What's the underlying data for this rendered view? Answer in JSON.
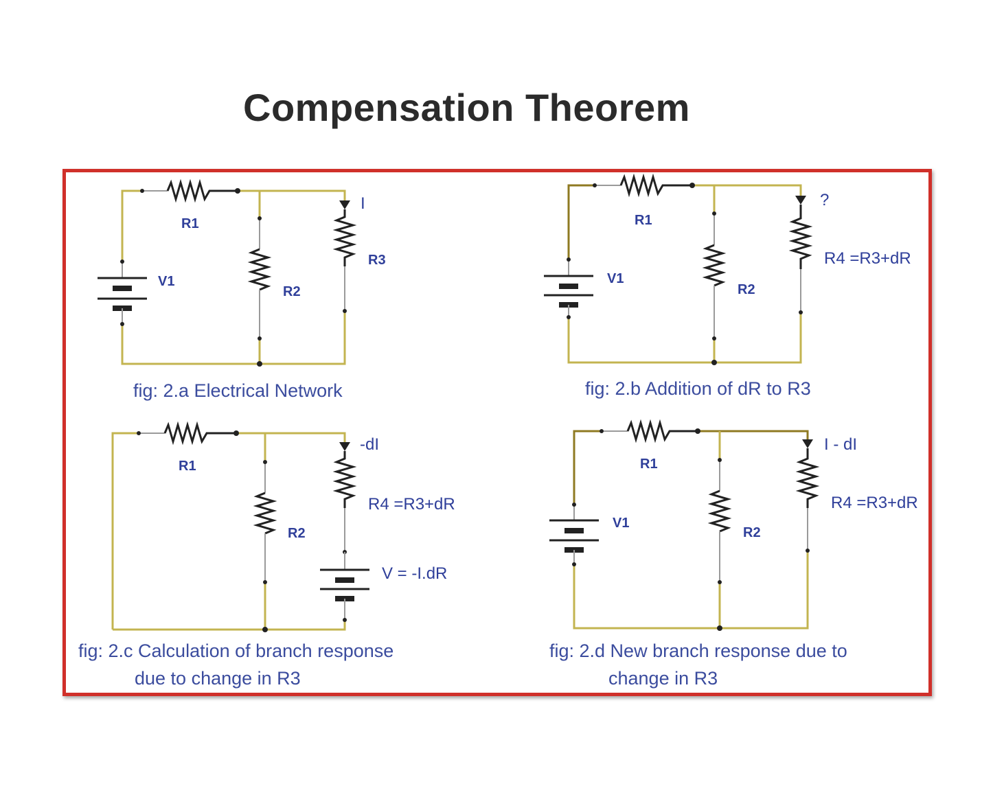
{
  "title": "Compensation Theorem",
  "colors": {
    "frame_border": "#d0302a",
    "wire": "#c3b450",
    "label_text": "#2f3f9a",
    "title_text": "#2b2b2b"
  },
  "panels": {
    "a": {
      "r1": "R1",
      "r2": "R2",
      "r3": "R3",
      "v1": "V1",
      "current": "I",
      "caption": "fig: 2.a  Electrical Network"
    },
    "b": {
      "r1": "R1",
      "r2": "R2",
      "r4": "R4 =R3+dR",
      "v1": "V1",
      "current": "?",
      "caption": "fig: 2.b Addition of dR to R3"
    },
    "c": {
      "r1": "R1",
      "r2": "R2",
      "r4": "R4 =R3+dR",
      "source": "V = -I.dR",
      "current": "-dI",
      "caption_line1": "fig: 2.c Calculation of  branch response",
      "caption_line2": "due to change in R3"
    },
    "d": {
      "r1": "R1",
      "r2": "R2",
      "r4": "R4 =R3+dR",
      "v1": "V1",
      "current": "I - dI",
      "caption_line1": "fig: 2.d New branch response due to",
      "caption_line2": "change in R3"
    }
  }
}
